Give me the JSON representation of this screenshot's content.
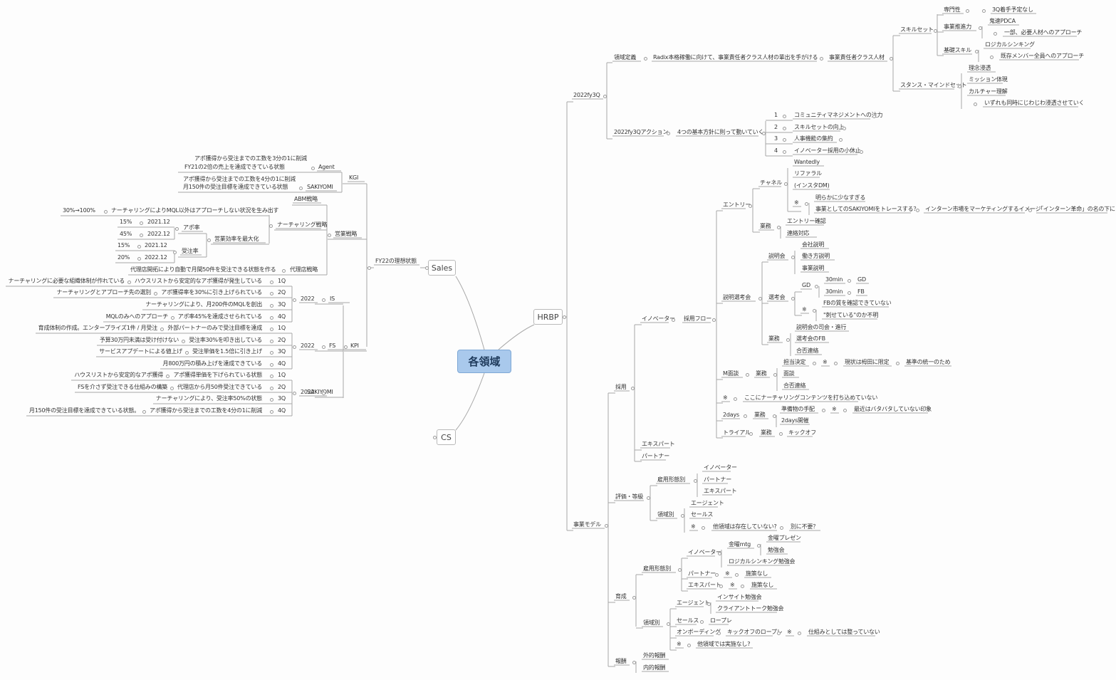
{
  "center": "各領域",
  "hubs": {
    "sales": "Sales",
    "hrbp": "HRBP",
    "cs": "CS"
  },
  "sales": {
    "fy22": "FY22の理想状態",
    "kgi": "KGI",
    "agent": "Agent",
    "agent_line1": "アポ獲得から受注までの工数を3分の1に削減",
    "agent_line2": "FY21の2倍の売上を達成できている状態",
    "sakiyomi": "SAKIYOMI",
    "sakiyomi_line1": "アポ獲得から受注までの工数を4分の1に削減",
    "sakiyomi_line2": "月150件の受注目標を達成できている状態",
    "eigyo_senryaku": "営業戦略",
    "abm": "ABM戦略",
    "nurturing_senryaku": "ナーチャリング戦略",
    "nurture_desc": "ナーチャリングによりMQL以外はアプローチしない状況を生み出す",
    "pct_30_100": "30%→100%",
    "efficiency": "営業効率を最大化",
    "apo_rate": "アポ率",
    "juchu_rate": "受注率",
    "apo_vals": [
      [
        "15%",
        "2021.12"
      ],
      [
        "45%",
        "2022.12"
      ]
    ],
    "juchu_vals": [
      [
        "15%",
        "2021.12"
      ],
      [
        "20%",
        "2022.12"
      ]
    ],
    "dairiten_senryaku": "代理店戦略",
    "dairiten_desc": "代理店開拓により自動で月間50件を受注できる状態を作る",
    "kpi": "KPI",
    "y2022": "2022",
    "is": "IS",
    "fs": "FS",
    "is_rows": [
      [
        "ナーチャリングに必要な組織体制が作れている",
        "ハウスリストから安定的なアポ獲得が発生している",
        "1Q"
      ],
      [
        "ナーチャリングとアプローチ先の選別",
        "アポ獲得率を30%に引き上げられている",
        "2Q"
      ],
      [
        "",
        "ナーチャリングにより、月200件のMQLを創出",
        "3Q"
      ],
      [
        "MQLのみへのアプローチ",
        "アポ率45%を達成させられている",
        "4Q"
      ]
    ],
    "fs_rows": [
      [
        "育成体制の作成。エンタープライズ1件 / 月受注",
        "外部パートナーのみで受注目標を達成",
        "1Q"
      ],
      [
        "予算30万円未満は受け付けない",
        "受注率30%を叩き出している",
        "2Q"
      ],
      [
        "サービスアプデートによる値上げ",
        "受注単価を1.5倍に引き上げ",
        "3Q"
      ],
      [
        "",
        "月800万円の積み上げを達成できている",
        "4Q"
      ]
    ],
    "sk_rows": [
      [
        "ハウスリストから安定的なアポ獲得",
        "アポ獲得単価を下げられている状態",
        "1Q"
      ],
      [
        "FSを介さず受注できる仕組みの構築",
        "代理店から月50件受注できている",
        "2Q"
      ],
      [
        "",
        "ナーチャリングにより、受注率50%の状態",
        "3Q"
      ],
      [
        "月150件の受注目標を達成できている状態。",
        "アポ獲得から受注までの工数を4分の1に削減",
        "4Q"
      ]
    ]
  },
  "hrbp": {
    "fy3q": "2022fy3Q",
    "ryoiki_teigi": "領域定義",
    "radix": "Radix本格稼働に向けて、事業責任者クラス人材の輩出を手がける",
    "jigyo_sekinin": "事業責任者クラス人材",
    "skillset": "スキルセット",
    "senmonsei": "専門性",
    "senmonsei_note": "3Q着手予定なし",
    "jigyo_suishin": "事業推進力",
    "kisoku_pdca": "鬼速PDCA",
    "ichibu": "一部、必要人材へのアプローチ",
    "kiso_skill": "基礎スキル",
    "logical": "ロジカルシンキング",
    "kizon": "既存メンバー全員へのアプローチ",
    "stance": "スタンス・マインドセット",
    "rinen": "理念浸透",
    "mission": "ミッション体現",
    "culture": "カルチャー理解",
    "izure": "いずれも同時にじわじわ浸透させていく",
    "action": "2022fy3Qアクション",
    "kihon": "4つの基本方針に則って動いていく",
    "actions": [
      [
        "1",
        "コミュニティマネジメントへの注力"
      ],
      [
        "2",
        "スキルセットの向上"
      ],
      [
        "3",
        "人事機能の集約"
      ],
      [
        "4",
        "イノベーター採用の小休止"
      ]
    ],
    "jigyo_model": "事業モデル",
    "saiyo": "採用",
    "innovator": "イノベーター",
    "saiyo_flow": "採用フロー",
    "entry": "エントリー",
    "channel": "チャネル",
    "wantedly": "Wantedly",
    "referral": "リファラル",
    "insta": "(インスタDM)",
    "kome": "※",
    "sukunasugiru": "明らかに少なすぎる",
    "trace": "事業としてのSAKIYOMIをトレースする？",
    "intern_mkt": "インターン市場をマーケティングするイメージ",
    "intern_kakumei": "「インターン革命」の名の下に",
    "gyomu": "業務",
    "entry_kakunin": "エントリー確認",
    "renraku": "連絡対応",
    "setsumei_senko": "説明選考会",
    "setsumeikai": "説明会",
    "kaisha_setsumei": "会社説明",
    "hatarakikata": "働き方説明",
    "jigyo_setsumei": "事業説明",
    "senkokai": "選考会",
    "gd": "GD",
    "min30a": "30min",
    "gd2": "GD",
    "min30b": "30min",
    "fb": "FB",
    "fb_shitsu": "FBの質を確認できていない",
    "sasete": "\"刺せている\"のか不明",
    "shikai": "説明会の司会・進行",
    "senko_fb": "選考会のFB",
    "gohi": "合否連絡",
    "m_mensetsu": "M面談",
    "tanto": "担当決定",
    "genjo": "現状は栂田に限定",
    "kijun": "基準の統一のため",
    "mensetsu": "面談",
    "gohi2": "合否連絡",
    "nurture_contents": "ここにナーチャリングコンテンツを打ち込めていない",
    "twodays": "2days",
    "junbi": "準備物の手配",
    "batabata": "最近はバタバタしていない印象",
    "twodays_kaisai": "2days開催",
    "trial": "トライアル",
    "kickoff": "キックオフ",
    "expert": "エキスパート",
    "partner": "パートナー",
    "hyoka": "評価・等級",
    "koyo": "雇用形態別",
    "agent_k": "エージェント",
    "sales_k": "セールス",
    "ryoikibetsu": "領域別",
    "ta_ryoiki": "他領域は存在していない?",
    "betsu_fuyo": "別に不要？",
    "ikusei": "育成",
    "kinyo_mtg": "金曜mtg",
    "kinyo_pres": "金曜プレゼン",
    "benkyokai": "勉強会",
    "logical_benkyo": "ロジカルシンキング勉強会",
    "shisaku_nashi": "施策なし",
    "insight": "インサイト勉強会",
    "client_talk": "クライアントトーク勉強会",
    "roleplay": "ロープレ",
    "onboarding": "オンボーディング",
    "kickoff_rp": "キックオフのロープレ",
    "shikumi": "仕組みとしては整っていない",
    "ta_jisshi": "他領域では実施なし?",
    "hoshu": "報酬",
    "gaiteki": "外的報酬",
    "naiteki": "内的報酬"
  }
}
